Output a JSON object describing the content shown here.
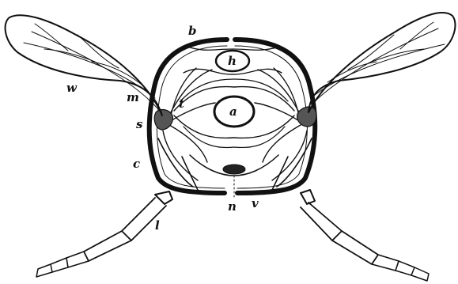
{
  "labels": {
    "b": "b",
    "h": "h",
    "a": "a",
    "w": "w",
    "m": "m",
    "t": "t",
    "s": "s",
    "c": "c",
    "l": "l",
    "n": "n",
    "v": "v"
  }
}
